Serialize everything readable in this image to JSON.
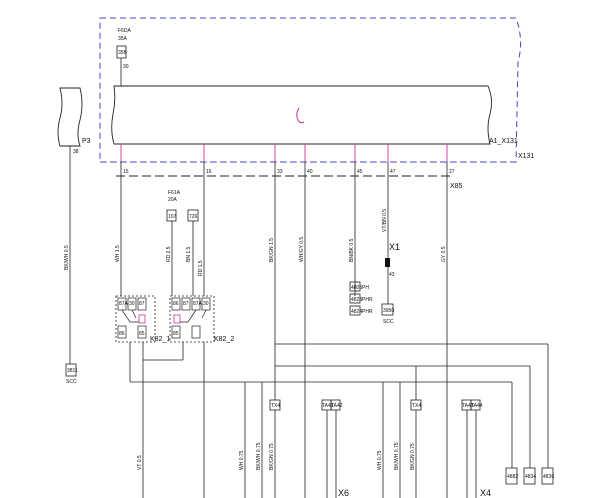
{
  "fuses": {
    "f_top": {
      "name": "F6DA",
      "rating": "35A",
      "id": "35B",
      "pin": "30"
    },
    "f_mid": {
      "name": "F61A",
      "rating": "20A",
      "id": "107"
    }
  },
  "boxes": {
    "b_726": "726",
    "b_p3_bottom": "3811",
    "b_x1_bottom": "3950",
    "b_x6_left": "TX4",
    "b_x6_r1": "TA41",
    "b_x6_r2": "TA42",
    "b_x4_left": "TX4",
    "b_x4_r1": "TA43",
    "b_x4_r2": "TA44",
    "b_right_1": "4882",
    "b_right_2": "4834",
    "b_right_3": "4836"
  },
  "labels": {
    "p3": "P3",
    "a1_x131": "A1_X131",
    "x131": "X131",
    "x85": "X85",
    "x1": "X1",
    "k82_1": "K82_1",
    "k82_2": "K82_2",
    "x6": "X6",
    "x4": "X4",
    "scc1": "SCC",
    "scc2": "SCC",
    "x1_pin": "43"
  },
  "connector_pins": [
    "30",
    "15",
    "16",
    "33",
    "40",
    "45",
    "47",
    "27"
  ],
  "wires": {
    "w_p3": "BK/WH 0.5",
    "w1": "WH 1.5",
    "w2": "RD 2.5",
    "w3": "BN 1.5",
    "w4": "RD 1.5",
    "w5": "BK/GN 1.5",
    "w6": "WH/GY 0.5",
    "w7": "BN/BK 0.5",
    "w8": "VT/BN 0.5",
    "w9": "GY 0.5",
    "wb1": "VT 0.5",
    "wb2": "WH 0.75",
    "wb3": "BK/WH 0.75",
    "wb4": "BK/GN 0.75",
    "wb5": "WH 0.75",
    "wb6": "BK/WH 0.75",
    "wb7": "BK/GN 0.75"
  },
  "relay_pins": {
    "k1": [
      "87A",
      "30",
      "87",
      "86",
      "85"
    ],
    "k2": [
      "86",
      "87",
      "87A",
      "30",
      "85"
    ]
  },
  "x1_stack": [
    "4805",
    "4823",
    "4824"
  ],
  "x1_stack_tags": [
    "PH",
    "PHR",
    "PHR"
  ]
}
